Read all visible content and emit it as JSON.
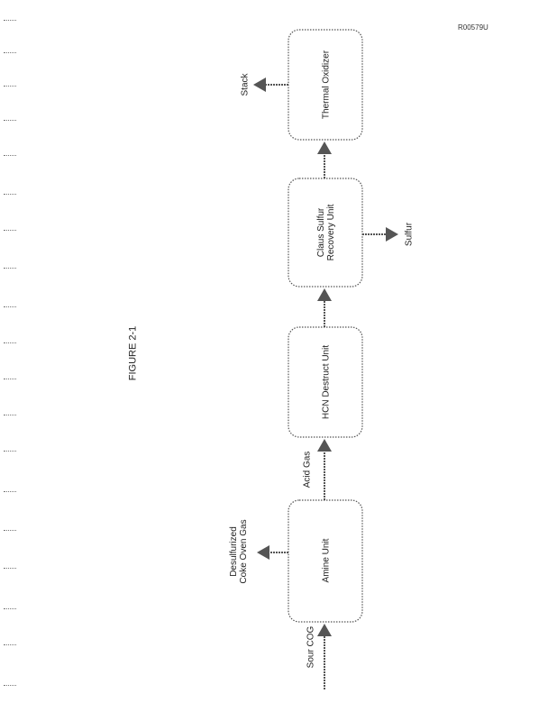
{
  "document": {
    "doc_id": "R00579U",
    "figure_title": "FIGURE 2-1"
  },
  "diagram": {
    "units": [
      {
        "id": "thermal",
        "label": "Thermal Oxidizer"
      },
      {
        "id": "claus",
        "label": "Claus Sulfur Recovery Unit"
      },
      {
        "id": "hcn",
        "label": "HCN Destruct Unit"
      },
      {
        "id": "amine",
        "label": "Amine Unit"
      }
    ],
    "streams": {
      "sour_cog": "Sour COG",
      "desulfurized": "Desulfurized Coke Oven Gas",
      "acid_gas": "Acid Gas",
      "sulfur": "Sulfur",
      "stack": "Stack"
    }
  }
}
